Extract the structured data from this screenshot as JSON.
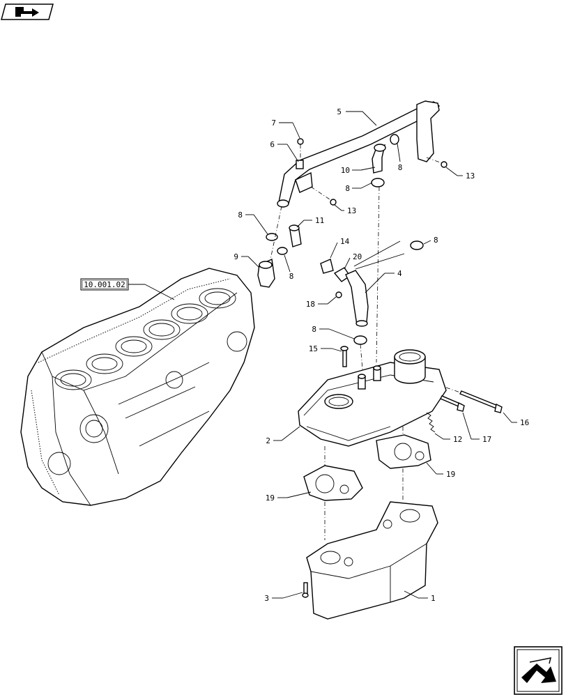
{
  "nav": {
    "top_icon": "book-arrow-icon",
    "bottom_icon": "next-page-arrow-icon"
  },
  "reference": {
    "label": "10.001.02"
  },
  "callouts": [
    {
      "id": "c1",
      "label": "1"
    },
    {
      "id": "c2",
      "label": "2"
    },
    {
      "id": "c3",
      "label": "3"
    },
    {
      "id": "c4",
      "label": "4"
    },
    {
      "id": "c5",
      "label": "5"
    },
    {
      "id": "c6",
      "label": "6"
    },
    {
      "id": "c7",
      "label": "7"
    },
    {
      "id": "c8a",
      "label": "8"
    },
    {
      "id": "c8b",
      "label": "8"
    },
    {
      "id": "c8c",
      "label": "8"
    },
    {
      "id": "c8d",
      "label": "8"
    },
    {
      "id": "c8e",
      "label": "8"
    },
    {
      "id": "c8f",
      "label": "8"
    },
    {
      "id": "c9",
      "label": "9"
    },
    {
      "id": "c10",
      "label": "10"
    },
    {
      "id": "c11",
      "label": "11"
    },
    {
      "id": "c12",
      "label": "12"
    },
    {
      "id": "c13a",
      "label": "13"
    },
    {
      "id": "c13b",
      "label": "13"
    },
    {
      "id": "c14",
      "label": "14"
    },
    {
      "id": "c15",
      "label": "15"
    },
    {
      "id": "c16",
      "label": "16"
    },
    {
      "id": "c17",
      "label": "17"
    },
    {
      "id": "c18",
      "label": "18"
    },
    {
      "id": "c19a",
      "label": "19"
    },
    {
      "id": "c19b",
      "label": "19"
    },
    {
      "id": "c20",
      "label": "20"
    }
  ]
}
